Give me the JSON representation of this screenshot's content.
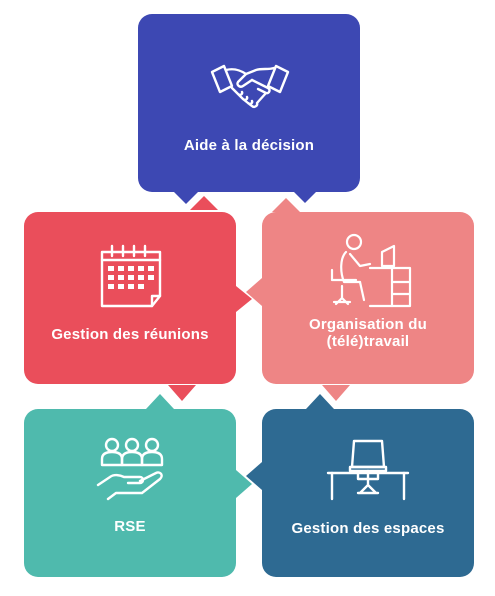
{
  "tiles": [
    {
      "id": "decision",
      "label": "Aide à la décision",
      "color": "#3d48b3",
      "icon": "handshake-icon"
    },
    {
      "id": "meetings",
      "label": "Gestion des réunions",
      "color": "#ea4e5b",
      "icon": "calendar-icon"
    },
    {
      "id": "work",
      "label_line1": "Organisation du",
      "label_line2": "(télé)travail",
      "color": "#ee8585",
      "icon": "desk-worker-icon"
    },
    {
      "id": "csr",
      "label": "RSE",
      "color": "#4fbaad",
      "icon": "people-in-hand-icon"
    },
    {
      "id": "spaces",
      "label": "Gestion des espaces",
      "color": "#2e6a92",
      "icon": "office-chair-desk-icon"
    }
  ]
}
